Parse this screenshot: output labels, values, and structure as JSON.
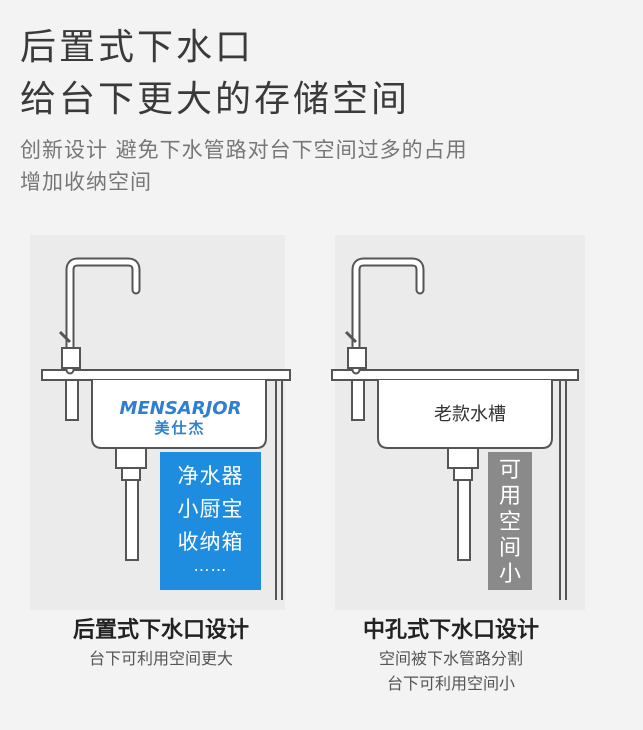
{
  "header": {
    "title_line1": "后置式下水口",
    "title_line2": "给台下更大的存储空间",
    "subtitle_line1": "创新设计 避免下水管路对台下空间过多的占用",
    "subtitle_line2": "增加收纳空间"
  },
  "left_panel": {
    "brand_en": "MENSARJOR",
    "brand_cn": "美仕杰",
    "storage_lines": [
      "净水器",
      "小厨宝",
      "收纳箱",
      "……"
    ],
    "storage_color": "#1e8de0",
    "caption_title": "后置式下水口设计",
    "caption_line": "台下可利用空间更大"
  },
  "right_panel": {
    "sink_label": "老款水槽",
    "space_chars": [
      "可",
      "用",
      "空",
      "间",
      "小"
    ],
    "space_color": "#8a8a8a",
    "caption_title": "中孔式下水口设计",
    "caption_line1": "空间被下水管路分割",
    "caption_line2": "台下可利用空间小"
  }
}
